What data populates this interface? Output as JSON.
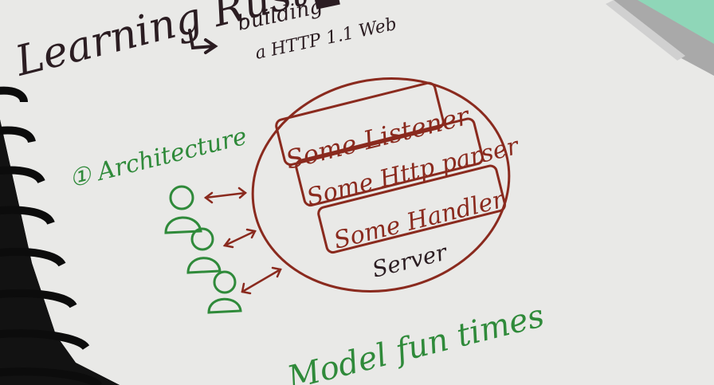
{
  "notebook": {
    "title_left": "Learning Rust",
    "title_right_line1": "building",
    "title_right_line2": "a HTTP 1.1 Web",
    "section_label": "① Architecture",
    "layers": [
      "Some Listener",
      "Some Http parser",
      "Some Handler"
    ],
    "server_label": "Server",
    "footer_note": "Model fun times",
    "colors": {
      "paper": "#e9e9e7",
      "ink_dark": "#2b1d22",
      "ink_red": "#8a2a1e",
      "ink_green": "#2f8a3a",
      "binding": "#101010"
    }
  }
}
